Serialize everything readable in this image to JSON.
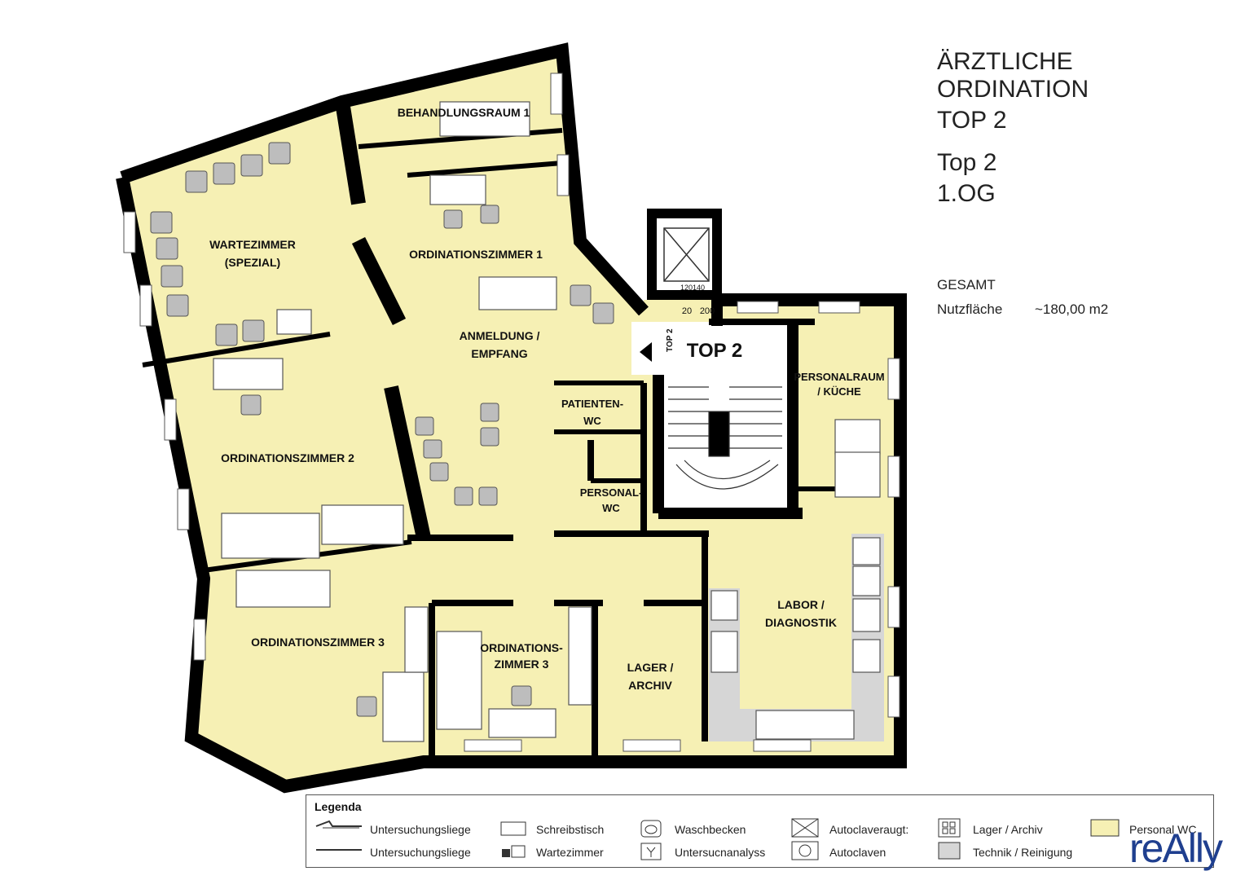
{
  "title": {
    "line1": "ÄRZTLICHE",
    "line2": "ORDINATION",
    "line3": "TOP 2",
    "line4": "Top 2",
    "line5": "1.OG"
  },
  "area": {
    "label1": "GESAMT",
    "label2": "Nutzfläche",
    "value": "~180,00 m2"
  },
  "rooms": {
    "behandlungsraum": "BEHANDLUNGSRAUM 1",
    "wartezimmer_1": "WARTEZIMMER",
    "wartezimmer_2": "(SPEZIAL)",
    "ordination1": "ORDINATIONSZIMMER 1",
    "anmeldung_1": "ANMELDUNG /",
    "anmeldung_2": "EMPFANG",
    "ordination2": "ORDINATIONSZIMMER 2",
    "patienten_1": "PATIENTEN-",
    "patienten_2": "WC",
    "personal_wc_1": "PERSONAL-",
    "personal_wc_2": "WC",
    "personalraum_1": "PERSONALRAUM",
    "personalraum_2": "/ KÜCHE",
    "labor_1": "LABOR /",
    "labor_2": "DIAGNOSTIK",
    "ordination3": "ORDINATIONSZIMMER 3",
    "ordination3b_1": "ORDINATIONS-",
    "ordination3b_2": "ZIMMER 3",
    "lager_1": "LAGER /",
    "lager_2": "ARCHIV",
    "top2": "TOP 2",
    "top2_arrow": "TOP 2",
    "elevator_num": "120140",
    "dim_20": "20",
    "dim_200": "200"
  },
  "legend": {
    "heading": "Legenda",
    "items": [
      "Untersuchungsliege",
      "Untersuchungsliege",
      "Schreibstisch",
      "Wartezimmer",
      "Waschbecken",
      "Untersucnanalyss",
      "Autoclaveraugt:",
      "Autoclaven",
      "Lager / Archiv",
      "Technik / Reinigung",
      "Personal WC"
    ]
  },
  "brand": "reAlly",
  "colors": {
    "room_fill": "#f6f0b4",
    "tech_fill": "#d6d6d6",
    "wall": "#000000",
    "brand": "#1f3f8f"
  }
}
